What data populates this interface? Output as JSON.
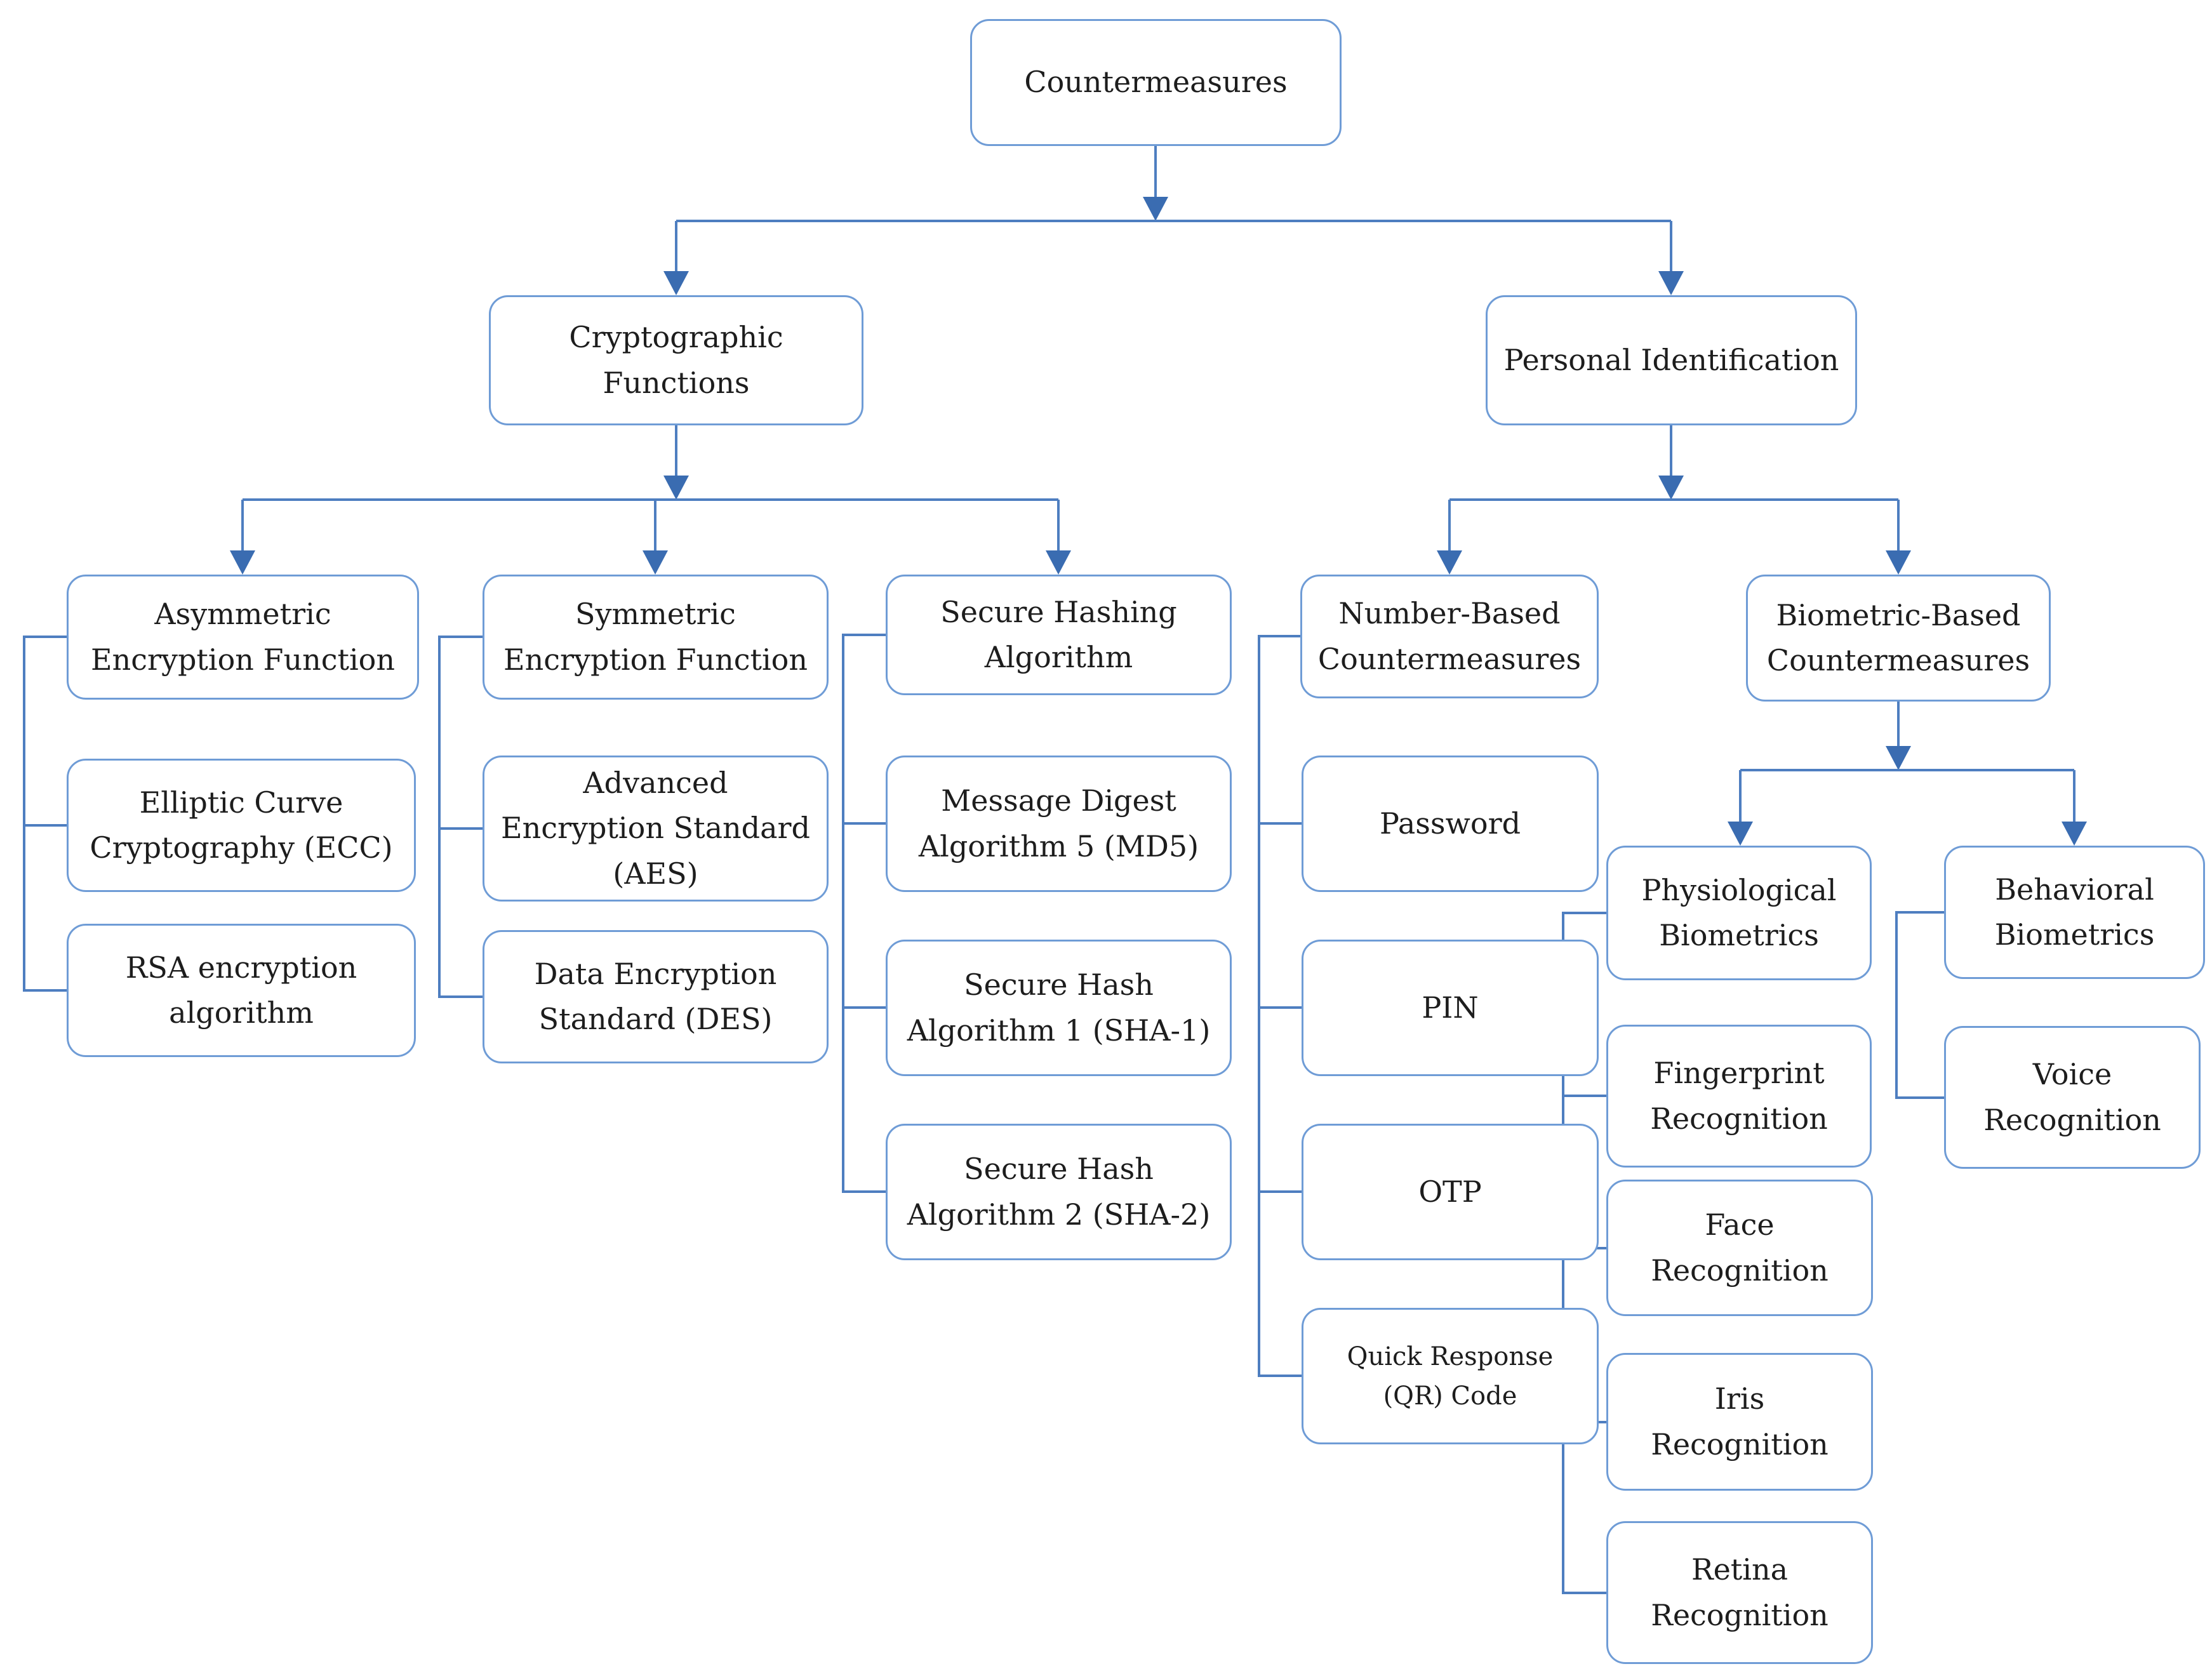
{
  "diagram": {
    "type": "tree-diagram",
    "title": "Countermeasures",
    "colors": {
      "box_border": "#6F9CD6",
      "connector_line": "#4E7EC0",
      "arrowhead": "#3A6CB1",
      "text": "#1D1D1D",
      "background": "#FFFFFF"
    },
    "nodes": {
      "countermeasures": {
        "label": "Countermeasures"
      },
      "crypto": {
        "label": "Cryptographic\nFunctions"
      },
      "personal": {
        "label": "Personal Identification"
      },
      "asym": {
        "label": "Asymmetric\nEncryption Function"
      },
      "sym": {
        "label": "Symmetric\nEncryption Function"
      },
      "hash": {
        "label": "Secure Hashing\nAlgorithm"
      },
      "number": {
        "label": "Number-Based\nCountermeasures"
      },
      "biometric": {
        "label": "Biometric-Based\nCountermeasures"
      },
      "ecc": {
        "label": "Elliptic Curve\nCryptography (ECC)"
      },
      "rsa": {
        "label": "RSA encryption\nalgorithm"
      },
      "aes": {
        "label": "Advanced\nEncryption Standard\n(AES)"
      },
      "des": {
        "label": "Data Encryption\nStandard (DES)"
      },
      "md5": {
        "label": "Message Digest\nAlgorithm 5 (MD5)"
      },
      "sha1": {
        "label": "Secure Hash\nAlgorithm 1 (SHA-1)"
      },
      "sha2": {
        "label": "Secure Hash\nAlgorithm 2 (SHA-2)"
      },
      "password": {
        "label": "Password"
      },
      "pin": {
        "label": "PIN"
      },
      "otp": {
        "label": "OTP"
      },
      "qr": {
        "label": "Quick Response\n(QR) Code"
      },
      "physio": {
        "label": "Physiological\nBiometrics"
      },
      "fingerprint": {
        "label": "Fingerprint\nRecognition"
      },
      "face": {
        "label": "Face\nRecognition"
      },
      "iris": {
        "label": "Iris\nRecognition"
      },
      "retina": {
        "label": "Retina\nRecognition"
      },
      "behavioral": {
        "label": "Behavioral\nBiometrics"
      },
      "voice": {
        "label": "Voice\nRecognition"
      }
    },
    "hierarchy": {
      "countermeasures": [
        "crypto",
        "personal"
      ],
      "crypto": [
        "asym",
        "sym",
        "hash"
      ],
      "personal": [
        "number",
        "biometric"
      ],
      "asym": [
        "ecc",
        "rsa"
      ],
      "sym": [
        "aes",
        "des"
      ],
      "hash": [
        "md5",
        "sha1",
        "sha2"
      ],
      "number": [
        "password",
        "pin",
        "otp",
        "qr"
      ],
      "biometric": [
        "physio",
        "behavioral"
      ],
      "physio": [
        "fingerprint",
        "face",
        "iris",
        "retina"
      ],
      "behavioral": [
        "voice"
      ]
    }
  }
}
